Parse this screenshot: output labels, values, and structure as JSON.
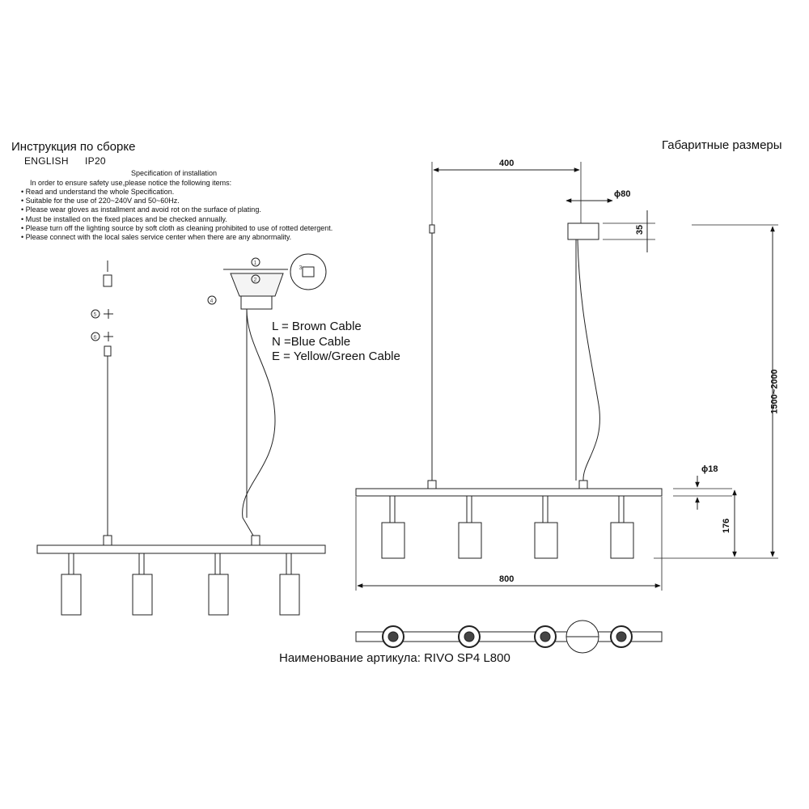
{
  "header": {
    "assembly_title": "Инструкция по сборке",
    "language": "ENGLISH",
    "ip_rating": "IP20",
    "dimensions_title": "Габаритные размеры"
  },
  "spec": {
    "title": "Specification of installation",
    "intro": "In order to ensure safety use,please notice the following items:",
    "items": [
      "• Read and understand the whole Specification.",
      "• Suitable for the use of 220~240V and 50~60Hz.",
      "• Please wear gloves as installment and avoid rot on the surface of plating.",
      "• Must be installed on the fixed places and be checked annually.",
      "• Please turn off the lighting source by soft cloth as cleaning prohibited to use of rotted detergent.",
      "• Please connect with the local sales service center when there are any abnormality."
    ]
  },
  "steps": [
    "1",
    "2",
    "3",
    "4",
    "5",
    "6"
  ],
  "wiring": {
    "lines": [
      "L = Brown Cable",
      "N =Blue Cable",
      "E = Yellow/Green Cable"
    ]
  },
  "dimensions": {
    "spacing": "400",
    "canopy_diameter": "ϕ80",
    "canopy_height": "35",
    "suspension_length": "1500~2000",
    "bar_diameter": "ϕ18",
    "shade_height": "176",
    "total_length": "800"
  },
  "footer": {
    "article": "Наименование артикула: RIVO SP4 L800"
  }
}
